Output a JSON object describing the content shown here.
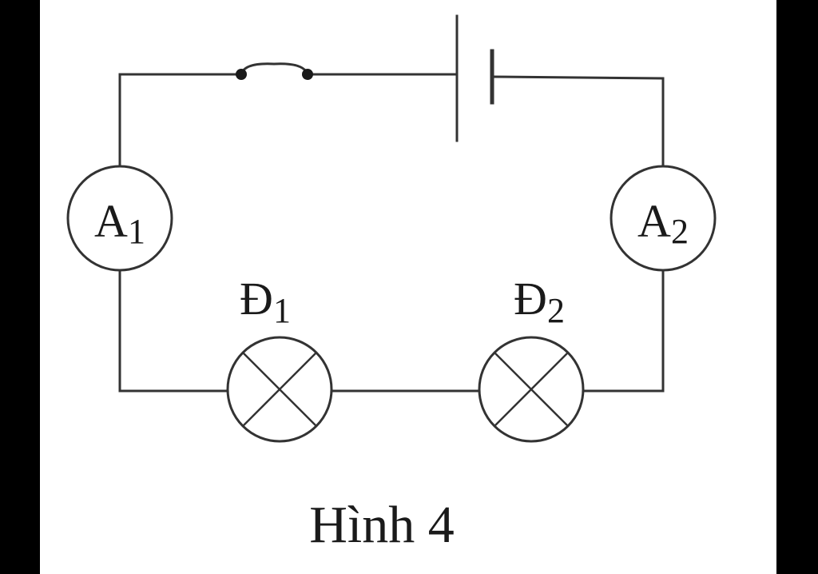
{
  "diagram": {
    "caption": "Hình 4",
    "ammeters": [
      {
        "symbol": "A",
        "index": "1"
      },
      {
        "symbol": "A",
        "index": "2"
      }
    ],
    "lamps": [
      {
        "symbol": "Đ",
        "index": "1"
      },
      {
        "symbol": "Đ",
        "index": "2"
      }
    ]
  },
  "colors": {
    "background": "#000000",
    "panel": "#ffffff",
    "ink": "#333333"
  }
}
